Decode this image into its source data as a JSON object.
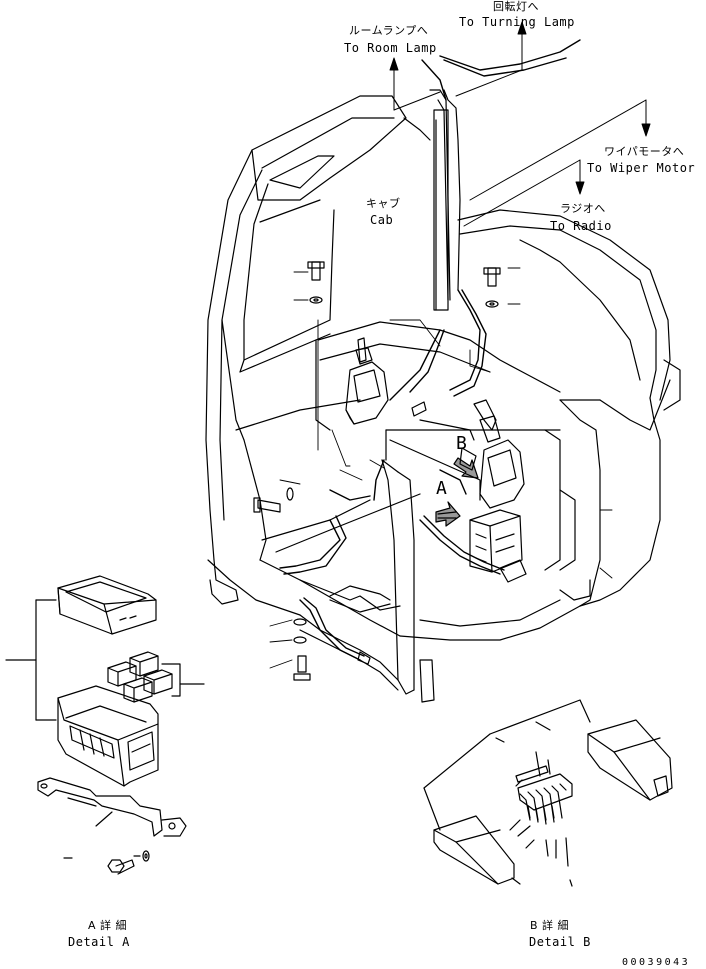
{
  "labels": {
    "turning_lamp": {
      "jp": "回転灯へ",
      "en": "To Turning Lamp"
    },
    "room_lamp": {
      "jp": "ルームランプへ",
      "en": "To Room Lamp"
    },
    "wiper_motor": {
      "jp": "ワイパモータへ",
      "en": "To Wiper Motor"
    },
    "radio": {
      "jp": "ラジオへ",
      "en": "To Radio"
    },
    "cab": {
      "jp": "キャブ",
      "en": "Cab"
    },
    "detail_a": {
      "jp": "A 詳 細",
      "en": "Detail A"
    },
    "detail_b": {
      "jp": "B 詳 細",
      "en": "Detail B"
    },
    "ref_a": "A",
    "ref_b": "B"
  },
  "document_number": "00039043"
}
